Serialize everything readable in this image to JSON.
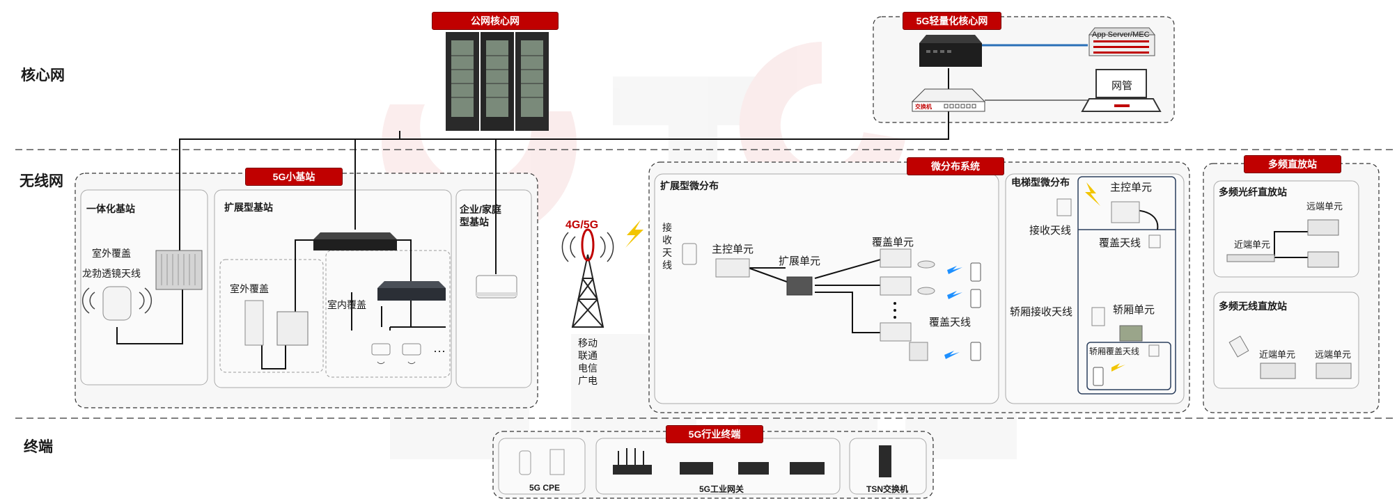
{
  "layers": {
    "core": "核心网",
    "wireless": "无线网",
    "terminal": "终端"
  },
  "tags": {
    "public_core": "公网核心网",
    "light_core": "5G轻量化核心网",
    "small_station": "5G小基站",
    "micro_dist": "微分布系统",
    "multi_repeater": "多频直放站",
    "industry_terminal": "5G行业终端"
  },
  "core": {
    "app_server": "App Server/MEC",
    "switch": "交换机",
    "nms": "网管"
  },
  "small_station": {
    "integrated": "一体化基站",
    "outdoor_cover_1": "室外覆盖",
    "luneburg": "龙勃透镜天线",
    "extended": "扩展型基站",
    "outdoor_cover_2": "室外覆盖",
    "indoor_cover": "室内覆盖",
    "enterprise": "企业/家庭型基站"
  },
  "tower": {
    "label": "4G/5G",
    "operators": "移动联通电信广电"
  },
  "micro": {
    "extended_title": "扩展型微分布",
    "rx_antenna_v": "接收天线",
    "main_unit": "主控单元",
    "ext_unit": "扩展单元",
    "cover_unit": "覆盖单元",
    "cover_antenna": "覆盖天线",
    "elevator_title": "电梯型微分布",
    "elev_main": "主控单元",
    "elev_rx": "接收天线",
    "elev_cover_ant": "覆盖天线",
    "car_rx": "轿厢接收天线",
    "car_unit": "轿厢单元",
    "car_cover_ant": "轿厢覆盖天线"
  },
  "repeater": {
    "fiber_title": "多频光纤直放站",
    "remote_1": "远端单元",
    "near_1": "近端单元",
    "wireless_title": "多频无线直放站",
    "near_2": "近端单元",
    "remote_2": "远端单元"
  },
  "terminal": {
    "cpe": "5G CPE",
    "gateway": "5G工业网关",
    "tsn": "TSN交换机"
  },
  "colors": {
    "tag_red": "#c00000",
    "line": "#111111",
    "dash": "#555555"
  }
}
